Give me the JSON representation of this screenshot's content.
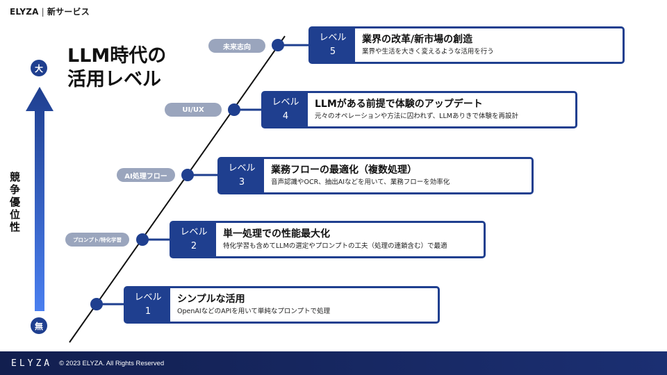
{
  "header": {
    "brand": "ELYZA",
    "separator": "|",
    "section": "新サービス"
  },
  "title": {
    "line1": "LLM時代の",
    "line2": "活用レベル"
  },
  "axis": {
    "top_label": "大",
    "bottom_label": "無",
    "label": "競争優位性"
  },
  "levels": [
    {
      "level_label": "レベル",
      "level_number": "1",
      "tag": "",
      "heading": "シンプルな活用",
      "description": "OpenAIなどのAPIを用いて単純なプロンプトで処理"
    },
    {
      "level_label": "レベル",
      "level_number": "2",
      "tag": "プロンプト/特化学習",
      "heading": "単一処理での性能最大化",
      "description": "特化学習も含めてLLMの選定やプロンプトの工夫（処理の連鎖含む）で最適"
    },
    {
      "level_label": "レベル",
      "level_number": "3",
      "tag": "AI処理フロー",
      "heading": "業務フローの最適化（複数処理）",
      "description": "音声認識やOCR、抽出AIなどを用いて、業務フローを効率化"
    },
    {
      "level_label": "レベル",
      "level_number": "4",
      "tag": "UI/UX",
      "heading": "LLMがある前提で体験のアップデート",
      "description": "元々のオペレーションや方法に囚われず、LLMありきで体験を再設計"
    },
    {
      "level_label": "レベル",
      "level_number": "5",
      "tag": "未来志向",
      "heading": "業界の改革/新市場の創造",
      "description": "業界や生活を大きく変えるような活用を行う"
    }
  ],
  "footer": {
    "logo": "ELYZA",
    "copyright": "© 2023 ELYZA. All Rights Reserved"
  },
  "colors": {
    "primary": "#1f3f8f",
    "tag_bg": "#9aa5bd",
    "footer_bg": "#1b2f72"
  }
}
